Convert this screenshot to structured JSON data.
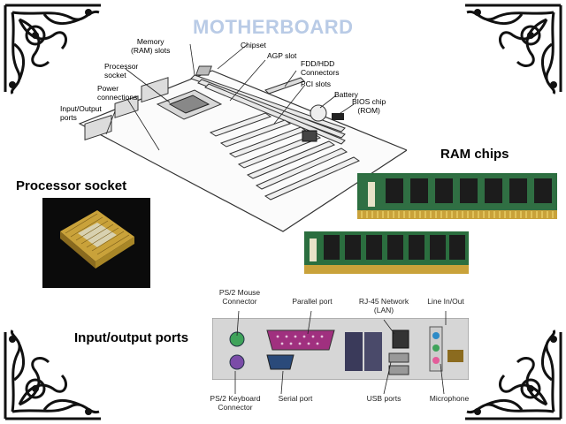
{
  "title": "MOTHERBOARD",
  "motherboard_labels": {
    "memory_slots": "Memory\n(RAM) slots",
    "chipset": "Chipset",
    "processor_socket": "Processor\nsocket",
    "agp_slot": "AGP slot",
    "power_connections": "Power\nconnections",
    "fdd_hdd_connectors": "FDD/HDD\nConnectors",
    "pci_slots": "PCI slots",
    "io_ports": "Input/Output\nports",
    "battery": "Battery",
    "bios_chip": "BIOS chip\n(ROM)"
  },
  "headings": {
    "ram_chips": "RAM chips",
    "processor_socket": "Processor socket",
    "io_ports": "Input/output ports"
  },
  "io_labels": {
    "ps2_mouse": "PS/2 Mouse\nConnector",
    "parallel_port": "Parallel port",
    "rj45": "RJ-45 Network\n(LAN)",
    "line_in_out": "Line In/Out",
    "ps2_keyboard": "PS/2 Keyboard\nConnector",
    "serial_port": "Serial port",
    "usb_ports": "USB ports",
    "microphone": "Microphone"
  },
  "colors": {
    "title": "#b9cbe6",
    "ornament": "#111111",
    "pcb_green": "#1f4a2c",
    "ram_green": "#2b6e3f",
    "gold": "#c9a23a",
    "purple": "#a0307f",
    "ps2_green": "#3fa35a",
    "ps2_purple": "#7b4ca8"
  }
}
